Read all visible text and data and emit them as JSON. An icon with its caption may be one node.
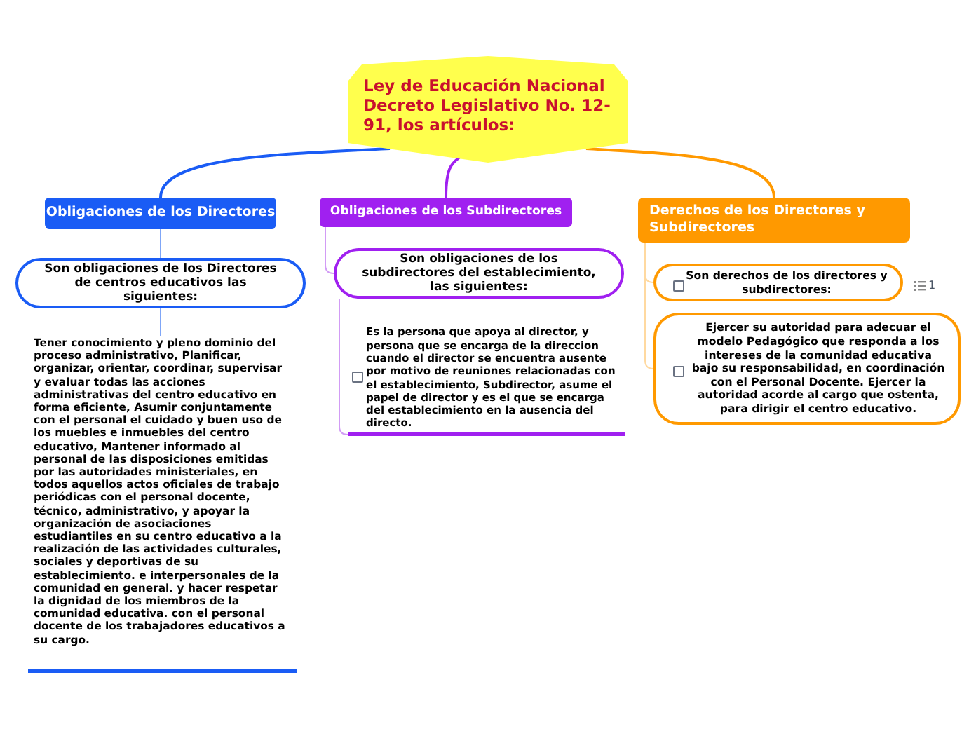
{
  "diagram": {
    "nodes": [
      {
        "text": [
          "Ley de Educación Nacional Decreto Legislativo No. 12-91, los artículos:"
        ]
      },
      {
        "text": [
          "Obligaciones de los Directores"
        ]
      },
      {
        "text": [
          "Son obligaciones de los Directores de centros educativos las siguientes:"
        ]
      },
      {
        "text": [
          "Tener conocimiento y pleno dominio del proceso administrativo,  Planificar, organizar, orientar, coordinar, supervisar y evaluar todas las acciones administrativas del centro educativo en forma eficiente, Asumir conjuntamente con el personal el cuidado y buen uso de los muebles e inmuebles del centro educativo, Mantener informado al personal de las disposiciones emitidas por las autoridades ministeriales, en todos aquellos actos oficiales de trabajo periódicas con el personal docente, técnico, administrativo, y apoyar la organización de asociaciones estudiantiles en su centro educativo a la realización de las actividades culturales, sociales y deportivas de su establecimiento. e interpersonales de la comunidad en general. y hacer respetar la dignidad de los miembros de la comunidad educativa. con el personal docente  de los trabajadores educativos a su cargo."
        ]
      },
      {
        "text": [
          "Obligaciones de los Subdirectores"
        ]
      },
      {
        "text": [
          "Son obligaciones de los subdirectores del establecimiento, las siguientes:"
        ]
      },
      {
        "text": [
          "Es la persona que apoya al director, y persona que se encarga de la direccion cuando el director se encuentra ausente por motivo de reuniones relacionadas con el establecimiento, Subdirector, asume el papel de director y es el que se encarga del establecimiento en la ausencia del directo."
        ]
      },
      {
        "text": [
          "Derechos de los Directores y Subdirectores"
        ]
      },
      {
        "text": [
          "Son derechos de los directores y subdirectores:"
        ],
        "beside": [
          "1"
        ]
      },
      {
        "text": [
          "Ejercer su autoridad para adecuar el modelo Pedagógico que responda a los intereses de la comunidad educativa bajo su responsabilidad, en coordinación con el Personal Docente. Ejercer la autoridad acorde al cargo que ostenta, para dirigir el centro educativo."
        ]
      }
    ],
    "edges": [
      {
        "from": 0,
        "to": 1,
        "arrow": "none",
        "color": "#1a5cf5"
      },
      {
        "from": 0,
        "to": 4,
        "arrow": "none",
        "color": "#a020f0"
      },
      {
        "from": 0,
        "to": 7,
        "arrow": "none",
        "color": "#ff9900"
      },
      {
        "from": 1,
        "to": 2,
        "arrow": "none",
        "color": "#7fa6f7"
      },
      {
        "from": 2,
        "to": 3,
        "arrow": "none",
        "color": "#7fa6f7"
      },
      {
        "from": 4,
        "to": 5,
        "arrow": "none",
        "color": "#d29cf5"
      },
      {
        "from": 5,
        "to": 6,
        "arrow": "none",
        "color": "#d29cf5"
      },
      {
        "from": 7,
        "to": 8,
        "arrow": "none",
        "color": "#ffd9a0"
      },
      {
        "from": 7,
        "to": 9,
        "arrow": "none",
        "color": "#ffd9a0"
      }
    ]
  }
}
